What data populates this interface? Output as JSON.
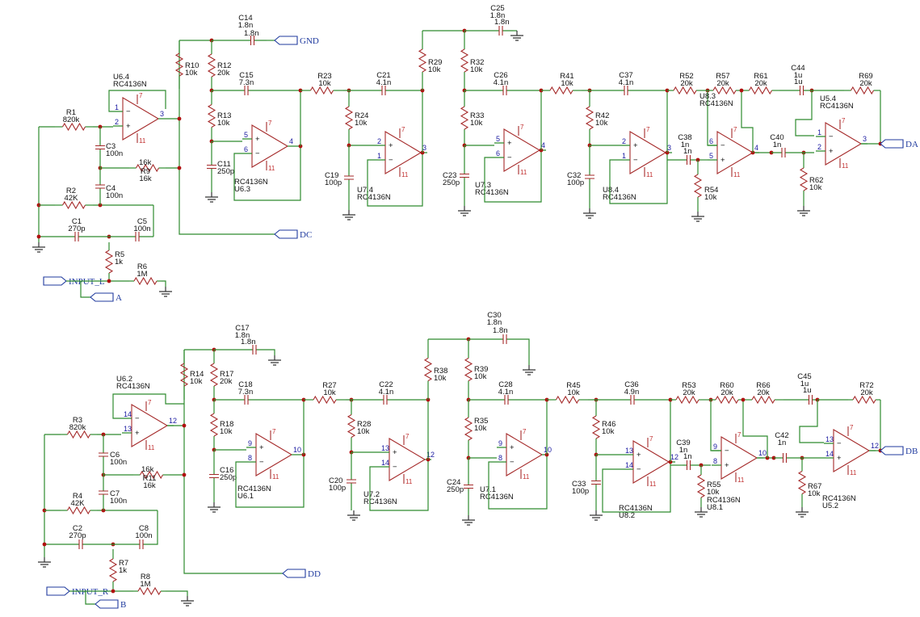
{
  "resistors": [
    {
      "ref": "R1",
      "val": "820k"
    },
    {
      "ref": "R2",
      "val": "42K"
    },
    {
      "ref": "R5",
      "val": "1k"
    },
    {
      "ref": "R6",
      "val": "1M"
    },
    {
      "ref": "R9",
      "val": "16k"
    },
    {
      "ref": "R10",
      "val": "10k"
    },
    {
      "ref": "R12",
      "val": "20k"
    },
    {
      "ref": "R13",
      "val": "10k"
    },
    {
      "ref": "R23",
      "val": "10k"
    },
    {
      "ref": "R24",
      "val": "10k"
    },
    {
      "ref": "R29",
      "val": "10k"
    },
    {
      "ref": "R32",
      "val": "10k"
    },
    {
      "ref": "R33",
      "val": "10k"
    },
    {
      "ref": "R41",
      "val": "10k"
    },
    {
      "ref": "R42",
      "val": "10k"
    },
    {
      "ref": "R52",
      "val": "20k"
    },
    {
      "ref": "R54",
      "val": "10k"
    },
    {
      "ref": "R57",
      "val": "20k"
    },
    {
      "ref": "R61",
      "val": "20k"
    },
    {
      "ref": "R62",
      "val": "10k"
    },
    {
      "ref": "R69",
      "val": "20k"
    },
    {
      "ref": "R3",
      "val": "820k"
    },
    {
      "ref": "R4",
      "val": "42K"
    },
    {
      "ref": "R7",
      "val": "1k"
    },
    {
      "ref": "R8",
      "val": "1M"
    },
    {
      "ref": "R11",
      "val": "16k"
    },
    {
      "ref": "R14",
      "val": "10k"
    },
    {
      "ref": "R17",
      "val": "20k"
    },
    {
      "ref": "R18",
      "val": "10k"
    },
    {
      "ref": "R27",
      "val": "10k"
    },
    {
      "ref": "R28",
      "val": "10k"
    },
    {
      "ref": "R38",
      "val": "10k"
    },
    {
      "ref": "R39",
      "val": "10k"
    },
    {
      "ref": "R35",
      "val": "10k"
    },
    {
      "ref": "R45",
      "val": "10k"
    },
    {
      "ref": "R46",
      "val": "10k"
    },
    {
      "ref": "R53",
      "val": "20k"
    },
    {
      "ref": "R55",
      "val": "10k"
    },
    {
      "ref": "R60",
      "val": "20k"
    },
    {
      "ref": "R66",
      "val": "20k"
    },
    {
      "ref": "R67",
      "val": "10k"
    },
    {
      "ref": "R72",
      "val": "20k"
    }
  ],
  "capacitors": [
    {
      "ref": "C1",
      "val": "270p"
    },
    {
      "ref": "C3",
      "val": "100n"
    },
    {
      "ref": "C4",
      "val": "100n"
    },
    {
      "ref": "C5",
      "val": "100n"
    },
    {
      "ref": "C11",
      "val": "250p"
    },
    {
      "ref": "C14",
      "val": "1.8n"
    },
    {
      "ref": "C15",
      "val": "7.3n"
    },
    {
      "ref": "C19",
      "val": "100p"
    },
    {
      "ref": "C21",
      "val": "4.1n"
    },
    {
      "ref": "C23",
      "val": "250p"
    },
    {
      "ref": "C25",
      "val": "1.8n"
    },
    {
      "ref": "C26",
      "val": "4.1n"
    },
    {
      "ref": "C32",
      "val": "100p"
    },
    {
      "ref": "C37",
      "val": "4.1n"
    },
    {
      "ref": "C38",
      "val": "1n"
    },
    {
      "ref": "C40",
      "val": "1n"
    },
    {
      "ref": "C44",
      "val": "1u"
    },
    {
      "ref": "C2",
      "val": "270p"
    },
    {
      "ref": "C6",
      "val": "100n"
    },
    {
      "ref": "C7",
      "val": "100n"
    },
    {
      "ref": "C8",
      "val": "100n"
    },
    {
      "ref": "C16",
      "val": "250p"
    },
    {
      "ref": "C17",
      "val": "1.8n"
    },
    {
      "ref": "C18",
      "val": "7.3n"
    },
    {
      "ref": "C20",
      "val": "100p"
    },
    {
      "ref": "C22",
      "val": "4.1n"
    },
    {
      "ref": "C24",
      "val": "250p"
    },
    {
      "ref": "C30",
      "val": "1.8n"
    },
    {
      "ref": "C28",
      "val": "4.1n"
    },
    {
      "ref": "C33",
      "val": "100p"
    },
    {
      "ref": "C36",
      "val": "4.9n"
    },
    {
      "ref": "C39",
      "val": "1n"
    },
    {
      "ref": "C42",
      "val": "1n"
    },
    {
      "ref": "C45",
      "val": "1u"
    }
  ],
  "opamps": [
    {
      "ref": "U6.4",
      "part": "RC4136N"
    },
    {
      "ref": "U6.3",
      "part": "RC4136N"
    },
    {
      "ref": "U7.4",
      "part": "RC4136N"
    },
    {
      "ref": "U7.3",
      "part": "RC4136N"
    },
    {
      "ref": "U8.4",
      "part": "RC4136N"
    },
    {
      "ref": "U8.3",
      "part": "RC4136N"
    },
    {
      "ref": "U5.4",
      "part": "RC4136N"
    },
    {
      "ref": "U6.2",
      "part": "RC4136N"
    },
    {
      "ref": "U6.1",
      "part": "RC4136N"
    },
    {
      "ref": "U7.2",
      "part": "RC4136N"
    },
    {
      "ref": "U7.1",
      "part": "RC4136N"
    },
    {
      "ref": "U8.2",
      "part": "RC4136N"
    },
    {
      "ref": "U8.1",
      "part": "RC4136N"
    },
    {
      "ref": "U5.2",
      "part": "RC4136N"
    }
  ],
  "ports": [
    "GND",
    "DC",
    "INPUT_L",
    "A",
    "DA",
    "DD",
    "INPUT_R",
    "B",
    "DB"
  ]
}
